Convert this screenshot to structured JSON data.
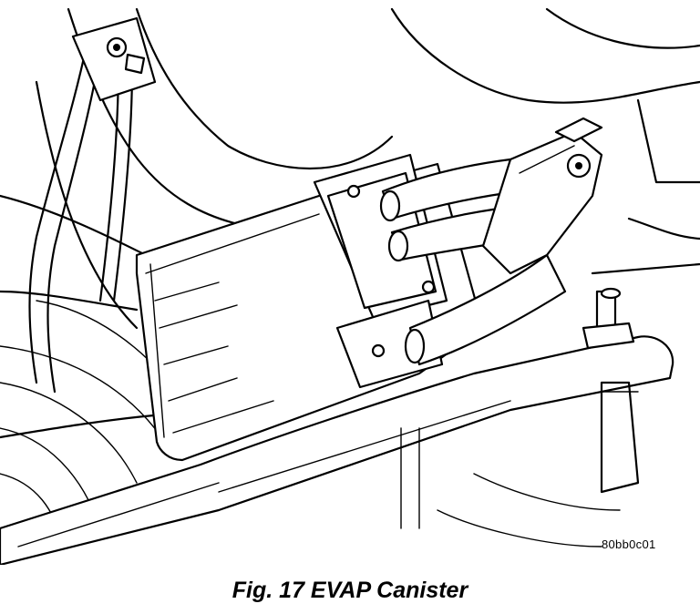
{
  "figure": {
    "reference_code": "80bb0c01",
    "caption": "Fig. 17 EVAP Canister"
  },
  "illustration": {
    "subject": "evap-canister",
    "style": "black-and-white line drawing"
  }
}
